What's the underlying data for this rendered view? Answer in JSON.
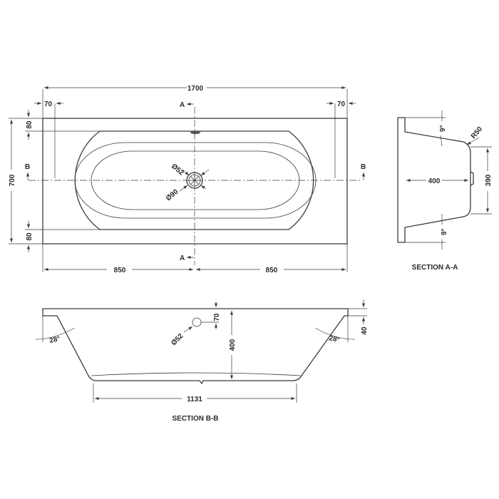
{
  "plan_view": {
    "overall_length": "1700",
    "overall_width": "700",
    "rim_left": "70",
    "rim_right": "70",
    "rim_top": "80",
    "rim_bottom": "80",
    "half_left": "850",
    "half_right": "850",
    "waste_inner_dia": "Ø52",
    "waste_outer_dia": "Ø90",
    "section_a_top": "A",
    "section_a_bottom": "A",
    "section_b_left": "B",
    "section_b_right": "B"
  },
  "section_a": {
    "caption": "SECTION A-A",
    "top_angle": "9°",
    "bottom_angle": "9°",
    "radius": "R50",
    "depth": "400",
    "height": "390"
  },
  "section_b": {
    "caption": "SECTION B-B",
    "left_angle": "28°",
    "right_angle": "28°",
    "overflow_dia": "Ø52",
    "overflow_offset": "70",
    "depth": "400",
    "rim_height": "40",
    "base_length": "1131"
  }
}
